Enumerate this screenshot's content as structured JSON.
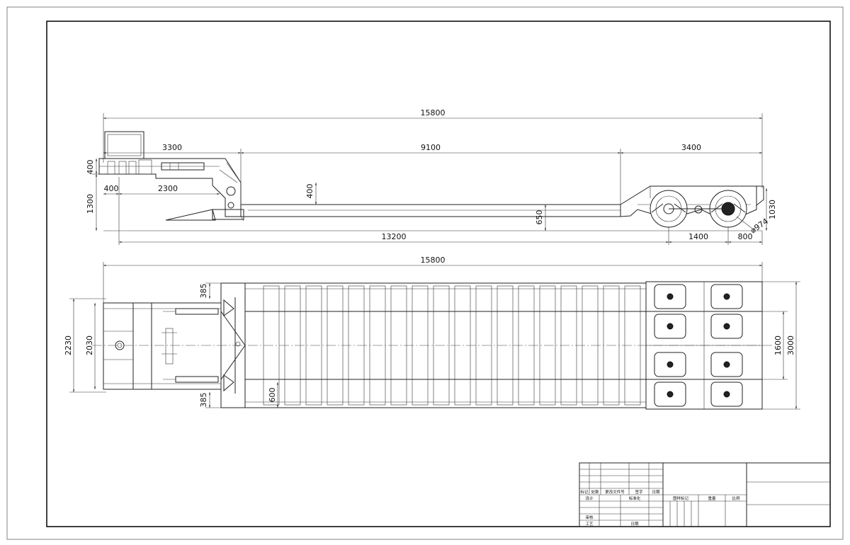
{
  "side_view": {
    "dims": {
      "overall_length": "15800",
      "gooseneck_length": "3300",
      "deck_length": "9100",
      "rear_length": "3400",
      "gooseneck_height": "400",
      "front_height": "1300",
      "kingpin_offset": "400",
      "gooseneck_span": "2300",
      "deck_step": "400",
      "deck_height": "650",
      "wheelbase_span": "13200",
      "axle_spacing": "1400",
      "rear_overhang": "800",
      "rear_height": "1030",
      "tire_diameter": "⌀974"
    }
  },
  "plan_view": {
    "dims": {
      "overall_length": "15800",
      "front_width_outer": "2230",
      "front_width_inner": "2030",
      "side_offset_top": "385",
      "side_offset_bottom": "385",
      "beam_spacing": "600",
      "track_inner": "1600",
      "overall_width": "3000"
    }
  },
  "title_block": {
    "labels": {
      "mark": "标记",
      "count": "处数",
      "change_doc": "更改文件号",
      "sign": "签字",
      "date": "日期",
      "design": "设计",
      "standardize": "标准化",
      "review": "审核",
      "process": "工艺",
      "date2": "日期",
      "drawing_mark": "图样标记",
      "weight": "重量",
      "scale": "比例"
    }
  }
}
